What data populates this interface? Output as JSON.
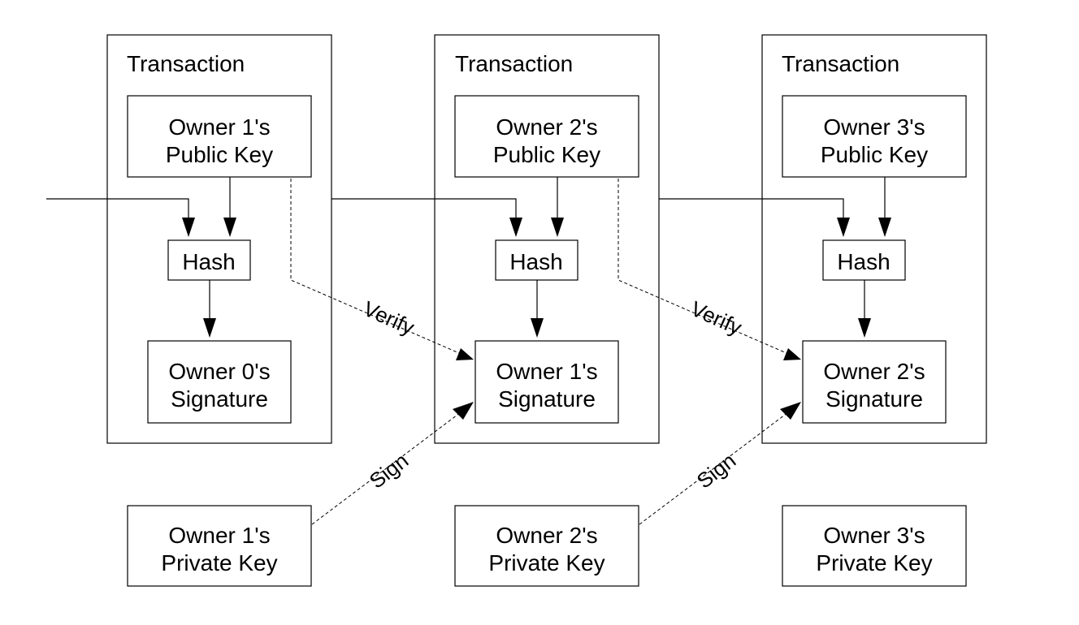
{
  "colors": {
    "stroke": "#000000",
    "background": "#ffffff"
  },
  "transactions": [
    {
      "title": "Transaction",
      "public_key": [
        "Owner 1's",
        "Public Key"
      ],
      "hash": "Hash",
      "signature": [
        "Owner 0's",
        "Signature"
      ]
    },
    {
      "title": "Transaction",
      "public_key": [
        "Owner 2's",
        "Public Key"
      ],
      "hash": "Hash",
      "signature": [
        "Owner 1's",
        "Signature"
      ]
    },
    {
      "title": "Transaction",
      "public_key": [
        "Owner 3's",
        "Public Key"
      ],
      "hash": "Hash",
      "signature": [
        "Owner 2's",
        "Signature"
      ]
    }
  ],
  "private_keys": [
    [
      "Owner 1's",
      "Private Key"
    ],
    [
      "Owner 2's",
      "Private Key"
    ],
    [
      "Owner 3's",
      "Private Key"
    ]
  ],
  "edge_labels": {
    "verify": "Verify",
    "sign": "Sign"
  }
}
